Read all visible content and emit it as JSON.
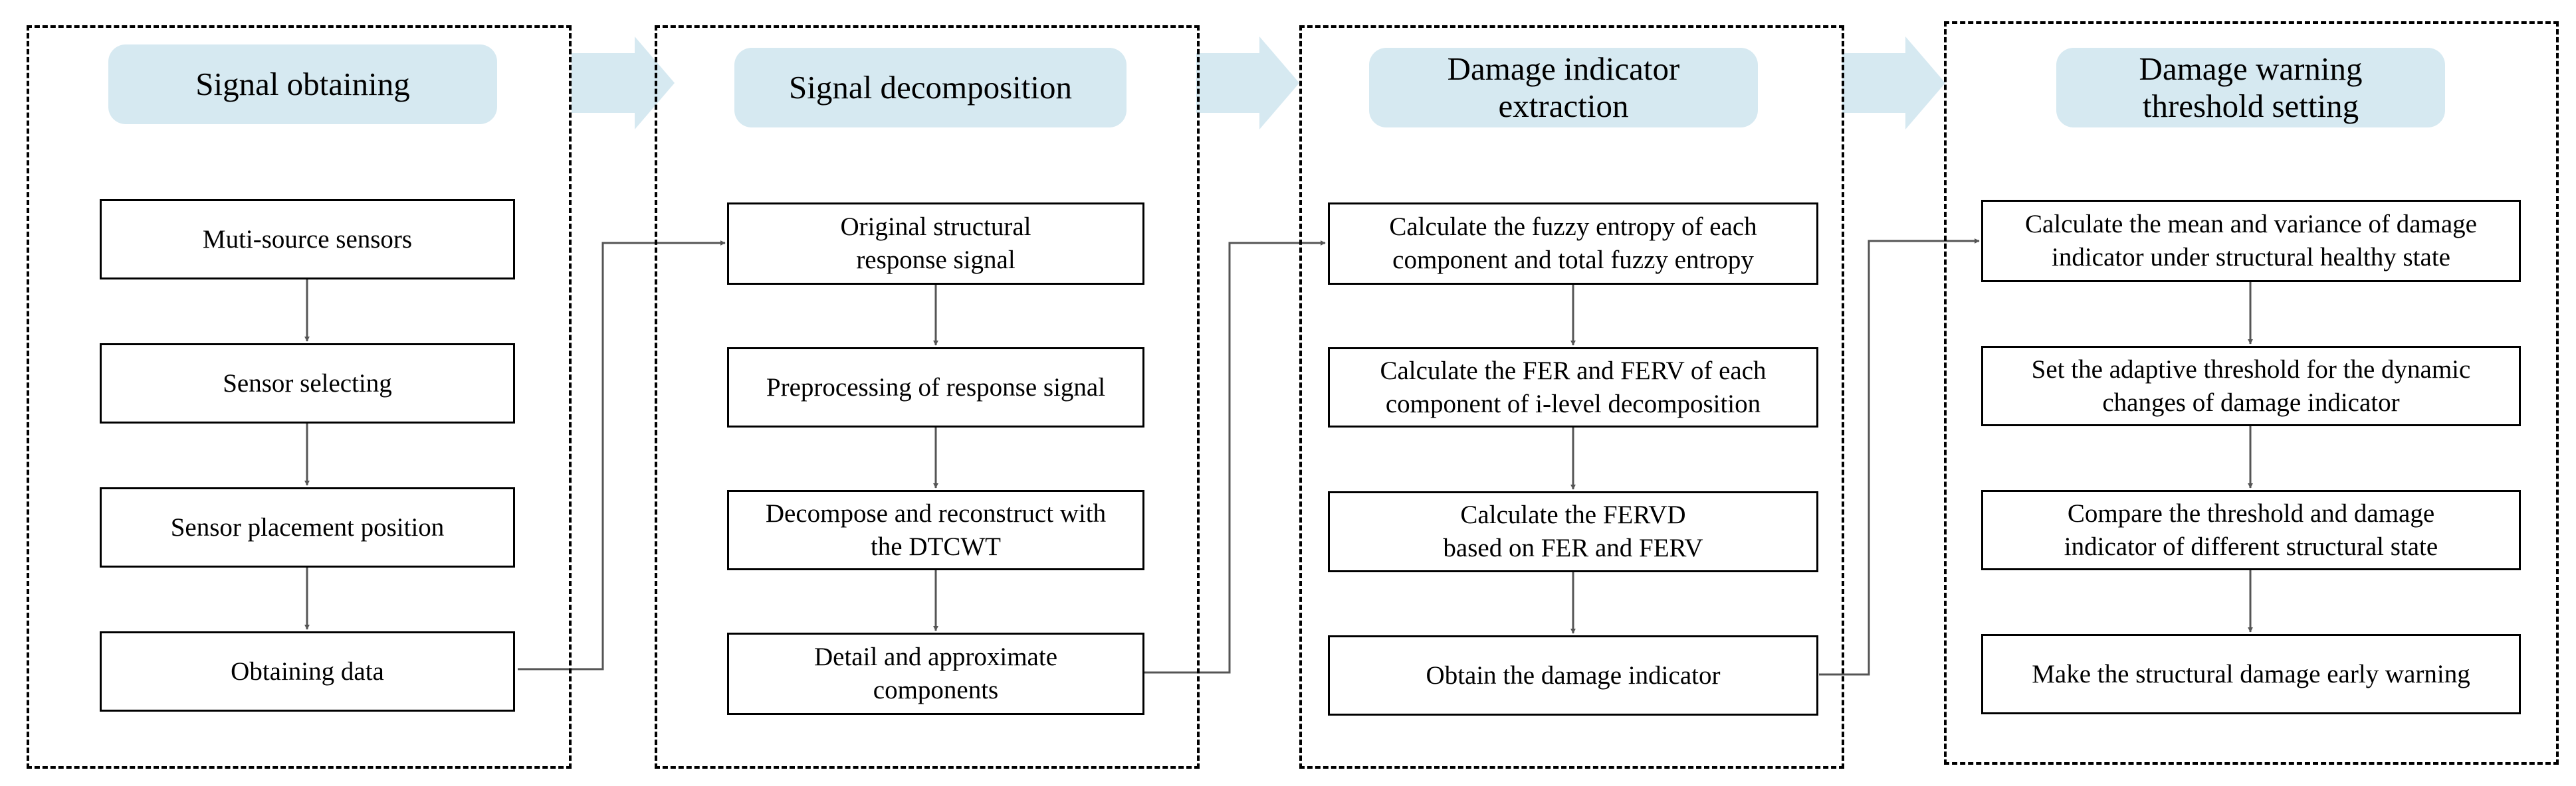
{
  "stages": [
    {
      "header": [
        "Signal obtaining"
      ],
      "steps": [
        [
          "Muti-source sensors"
        ],
        [
          "Sensor selecting"
        ],
        [
          "Sensor placement position"
        ],
        [
          "Obtaining  data"
        ]
      ]
    },
    {
      "header": [
        "Signal decomposition"
      ],
      "steps": [
        [
          "Original structural",
          "response signal"
        ],
        [
          "Preprocessing of response signal"
        ],
        [
          "Decompose and reconstruct with",
          "the DTCWT"
        ],
        [
          "Detail and approximate",
          "components"
        ]
      ]
    },
    {
      "header": [
        "Damage indicator",
        "extraction"
      ],
      "steps": [
        [
          "Calculate the fuzzy entropy of each",
          "component and total fuzzy entropy"
        ],
        [
          "Calculate the  FER and FERV of each",
          "component of i-level decomposition"
        ],
        [
          "Calculate the  FERVD",
          "based on FER and FERV"
        ],
        [
          "Obtain the damage indicator"
        ]
      ]
    },
    {
      "header": [
        "Damage warning",
        "threshold setting"
      ],
      "steps": [
        [
          "Calculate the mean and variance of damage",
          "indicator under structural healthy state"
        ],
        [
          "Set the adaptive threshold for the dynamic",
          "changes of  damage indicator"
        ],
        [
          "Compare the threshold and damage",
          "indicator of different structural state"
        ],
        [
          "Make the structural damage early warning"
        ]
      ]
    }
  ],
  "colors": {
    "header_fill": "#d6e9f1",
    "flow_arrow_fill": "#d6e9f1",
    "line": "#000000",
    "connector": "#555555"
  }
}
